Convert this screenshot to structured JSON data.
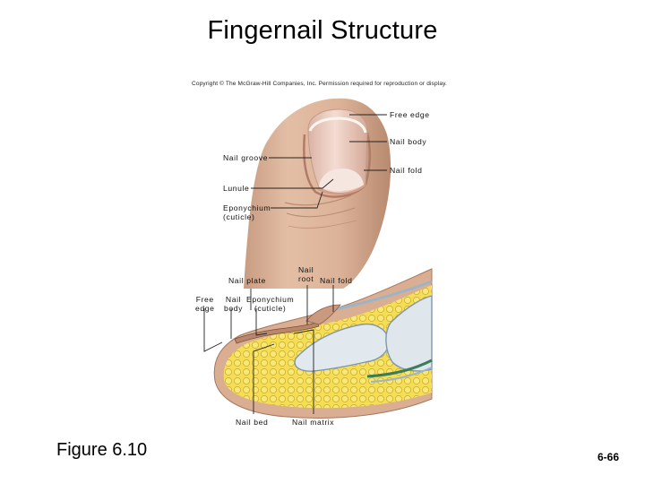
{
  "title": "Fingernail Structure",
  "copyright": "Copyright © The McGraw-Hill Companies, Inc. Permission required for reproduction or display.",
  "labels": {
    "free_edge_top": "Free edge",
    "nail_body_top": "Nail body",
    "nail_groove": "Nail groove",
    "nail_fold_top": "Nail fold",
    "lunule": "Lunule",
    "eponychium_top_1": "Eponychium",
    "eponychium_top_2": "(cuticle)",
    "nail_plate": "Nail plate",
    "nail_root_1": "Nail",
    "nail_root_2": "root",
    "nail_fold_bottom": "Nail fold",
    "free_edge_bottom_1": "Free",
    "free_edge_bottom_2": "edge",
    "nail_body_bottom_1": "Nail",
    "nail_body_bottom_2": "body",
    "eponychium_bottom_1": "Eponychium",
    "eponychium_bottom_2": "(cuticle)",
    "nail_bed": "Nail bed",
    "nail_matrix": "Nail matrix"
  },
  "figure_caption": "Figure 6.10",
  "slide_number": "6-66",
  "colors": {
    "skin": "#ddb59a",
    "nail": "#efd0c4",
    "fat": "#f2d84a",
    "bone": "#dfe6ec",
    "bone_stroke": "#7f97ad",
    "lines": "#222222"
  }
}
